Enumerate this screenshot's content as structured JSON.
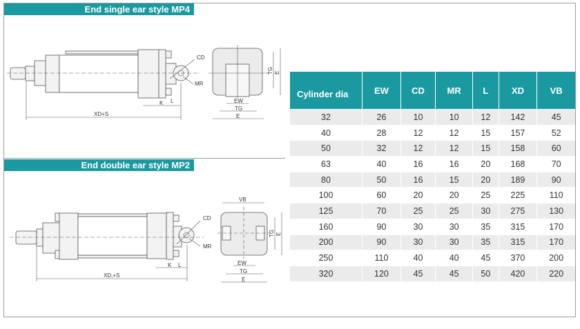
{
  "sections": [
    {
      "title": "End single ear style MP4",
      "labels": {
        "cd": "CD",
        "mr": "MR",
        "k": "K",
        "l": "L",
        "xd": "XD+S",
        "ew": "EW",
        "tg": "TG",
        "e": "E",
        "tg_side": "TG",
        "e_side": "E"
      }
    },
    {
      "title": "End double ear style MP2",
      "labels": {
        "cd": "CD",
        "mr": "MR",
        "k": "K",
        "l": "L",
        "xd": "XD,+S",
        "ew": "EW",
        "tg": "TG",
        "e": "E",
        "vb": "VB",
        "tg_side": "TG",
        "e_side": "E"
      }
    }
  ],
  "table": {
    "headers": [
      "Cylinder dia",
      "EW",
      "CD",
      "MR",
      "L",
      "XD",
      "VB"
    ],
    "rows": [
      [
        "32",
        "26",
        "10",
        "10",
        "12",
        "142",
        "45"
      ],
      [
        "40",
        "28",
        "12",
        "12",
        "15",
        "157",
        "52"
      ],
      [
        "50",
        "32",
        "12",
        "12",
        "15",
        "158",
        "60"
      ],
      [
        "63",
        "40",
        "16",
        "16",
        "20",
        "168",
        "70"
      ],
      [
        "80",
        "50",
        "16",
        "15",
        "20",
        "189",
        "90"
      ],
      [
        "100",
        "60",
        "20",
        "20",
        "25",
        "225",
        "110"
      ],
      [
        "125",
        "70",
        "25",
        "25",
        "30",
        "275",
        "130"
      ],
      [
        "160",
        "90",
        "30",
        "30",
        "35",
        "315",
        "170"
      ],
      [
        "200",
        "90",
        "30",
        "30",
        "35",
        "315",
        "170"
      ],
      [
        "250",
        "110",
        "40",
        "40",
        "45",
        "370",
        "200"
      ],
      [
        "320",
        "120",
        "45",
        "45",
        "50",
        "420",
        "220"
      ]
    ]
  },
  "colors": {
    "accent": "#1a9aa0",
    "row_alt": "#ebebeb"
  }
}
